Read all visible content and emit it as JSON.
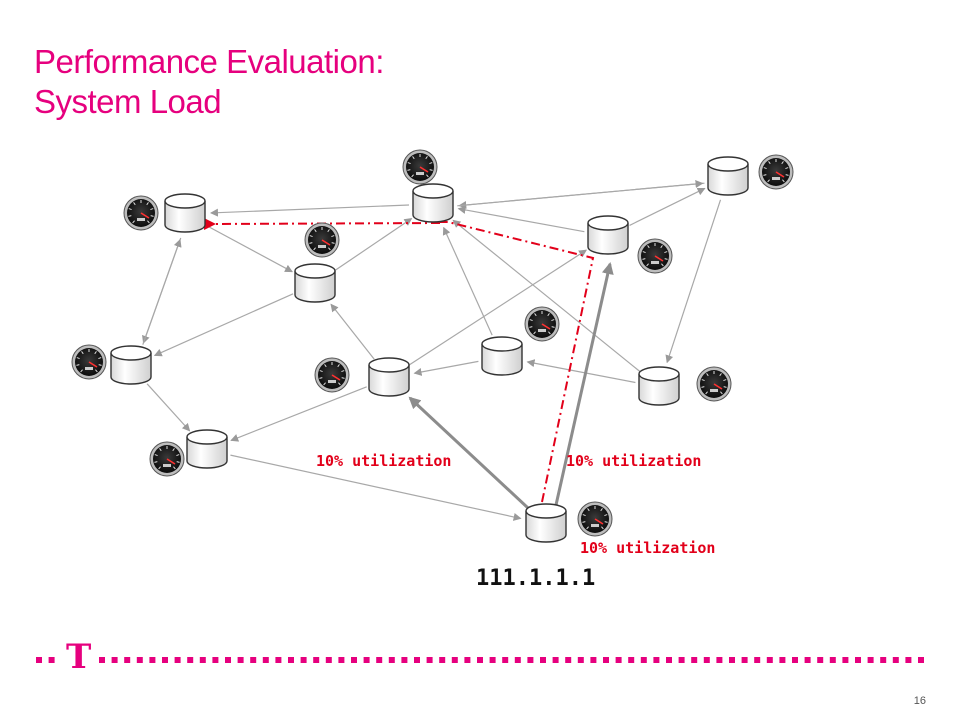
{
  "slide": {
    "title_line1": "Performance Evaluation:",
    "title_line2": "System Load",
    "page_number": "16"
  },
  "diagram": {
    "utilization_labels": [
      "10% utilization",
      "10% utilization",
      "10% utilization"
    ],
    "source_address": "111.1.1.1",
    "accent_color": "#e6007e",
    "path_color": "#e2001a",
    "icons": [
      "router-icon",
      "gauge-icon",
      "deutsche-telekom-t-logo"
    ]
  }
}
